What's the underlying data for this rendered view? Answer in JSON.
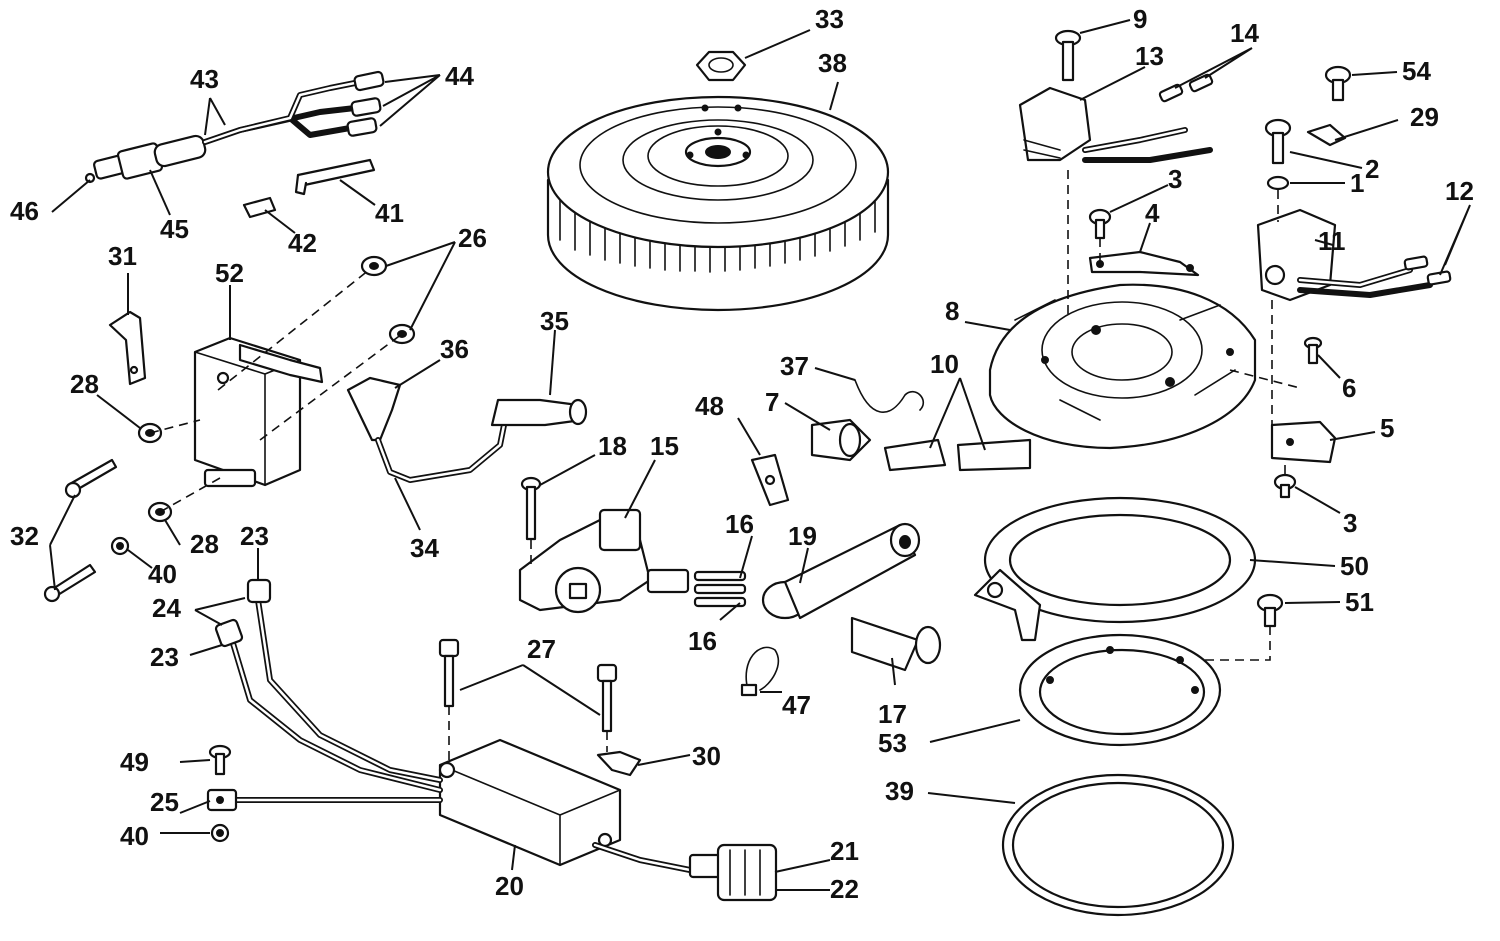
{
  "callouts": {
    "c1": "1",
    "c2": "2",
    "c3a": "3",
    "c3b": "3",
    "c4": "4",
    "c5": "5",
    "c6": "6",
    "c7": "7",
    "c8": "8",
    "c9": "9",
    "c10": "10",
    "c11": "11",
    "c12": "12",
    "c13": "13",
    "c14": "14",
    "c15": "15",
    "c16a": "16",
    "c16b": "16",
    "c17": "17",
    "c18": "18",
    "c19": "19",
    "c20": "20",
    "c21": "21",
    "c22": "22",
    "c23a": "23",
    "c23b": "23",
    "c24": "24",
    "c25": "25",
    "c26": "26",
    "c27": "27",
    "c28a": "28",
    "c28b": "28",
    "c29": "29",
    "c30": "30",
    "c31": "31",
    "c32": "32",
    "c33": "33",
    "c34": "34",
    "c35": "35",
    "c36": "36",
    "c37": "37",
    "c38": "38",
    "c39": "39",
    "c40a": "40",
    "c40b": "40",
    "c41": "41",
    "c42": "42",
    "c43": "43",
    "c44": "44",
    "c45": "45",
    "c46": "46",
    "c47": "47",
    "c48": "48",
    "c49": "49",
    "c50": "50",
    "c51": "51",
    "c52": "52",
    "c53": "53",
    "c54": "54"
  }
}
